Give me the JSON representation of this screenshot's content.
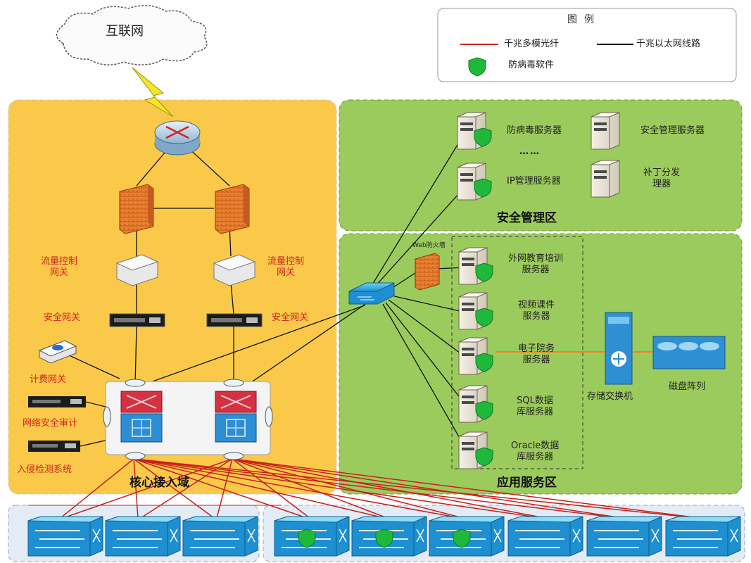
{
  "cloud": {
    "label": "互联网"
  },
  "legend": {
    "title": "图例",
    "items": [
      {
        "label": "千兆多模光纤",
        "color": "#d2231f"
      },
      {
        "label": "千兆以太网线路",
        "color": "#111111"
      },
      {
        "label": "防病毒软件",
        "icon": "shield-icon",
        "color": "#1fb83a"
      }
    ]
  },
  "zones": {
    "core": {
      "label": "核心接入域",
      "color": "#fbc94a"
    },
    "security": {
      "label": "安全管理区",
      "color": "#9ccb5d"
    },
    "application": {
      "label": "应用服务区",
      "color": "#9ccb5d"
    }
  },
  "left": {
    "flow_left": "流量控制\n网关",
    "flow_right": "流量控制\n网关",
    "sec_gw_left": "安全网关",
    "sec_gw_right": "安全网关",
    "billing": "计费网关",
    "audit": "网络安全审计",
    "ids": "入侵检测系统"
  },
  "security_servers": {
    "antivirus": "防病毒服务器",
    "dots": "……",
    "ip": "IP管理服务器",
    "secmgmt": "安全管理服务器",
    "patch": "补丁分发\n理器"
  },
  "app": {
    "web_fw": "Web防火墙",
    "servers": [
      "外网教育培训\n服务器",
      "视频课件\n服务器",
      "电子院务\n服务器",
      "SQL数据\n库服务器",
      "Oracle数据\n库服务器"
    ],
    "storage_switch": "存储交换机",
    "disk_array": "磁盘阵列"
  }
}
